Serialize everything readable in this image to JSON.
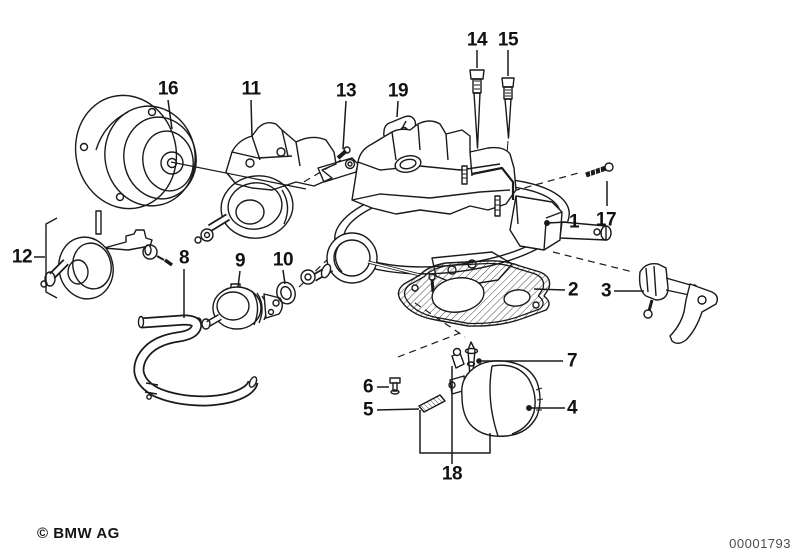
{
  "diagram": {
    "type": "exploded-parts-diagram",
    "subject": "carburetor",
    "footer_left": "© BMW AG",
    "doc_number": "00001793",
    "ink_color": "#1a1a1a",
    "background_color": "#ffffff",
    "callouts": [
      {
        "label": "1"
      },
      {
        "label": "2"
      },
      {
        "label": "3"
      },
      {
        "label": "4"
      },
      {
        "label": "5"
      },
      {
        "label": "6"
      },
      {
        "label": "7"
      },
      {
        "label": "8"
      },
      {
        "label": "9"
      },
      {
        "label": "10"
      },
      {
        "label": "11"
      },
      {
        "label": "12"
      },
      {
        "label": "13"
      },
      {
        "label": "14"
      },
      {
        "label": "15"
      },
      {
        "label": "16"
      },
      {
        "label": "17"
      },
      {
        "label": "18"
      },
      {
        "label": "19"
      }
    ]
  }
}
